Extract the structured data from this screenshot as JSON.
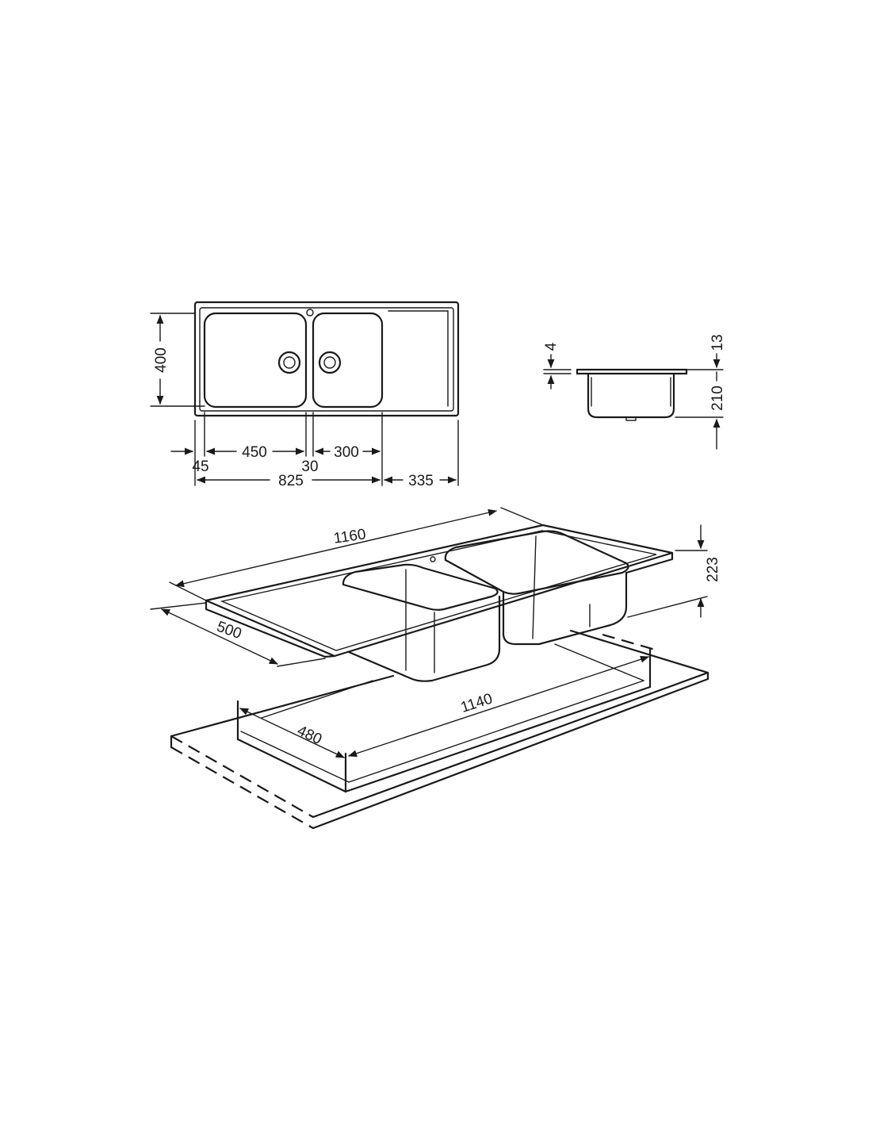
{
  "dimensions": {
    "plan_height": "400",
    "offset_left": "45",
    "bowl_large_width": "450",
    "bowl_divider": "30",
    "bowl_small_width": "300",
    "bowls_total_width": "825",
    "drainer_width": "335",
    "rim_thickness": "4",
    "rim_height": "13",
    "bowl_depth": "210",
    "overall_length": "1160",
    "overall_depth": "500",
    "overall_height": "223",
    "cutout_length": "1140",
    "cutout_depth": "480"
  }
}
